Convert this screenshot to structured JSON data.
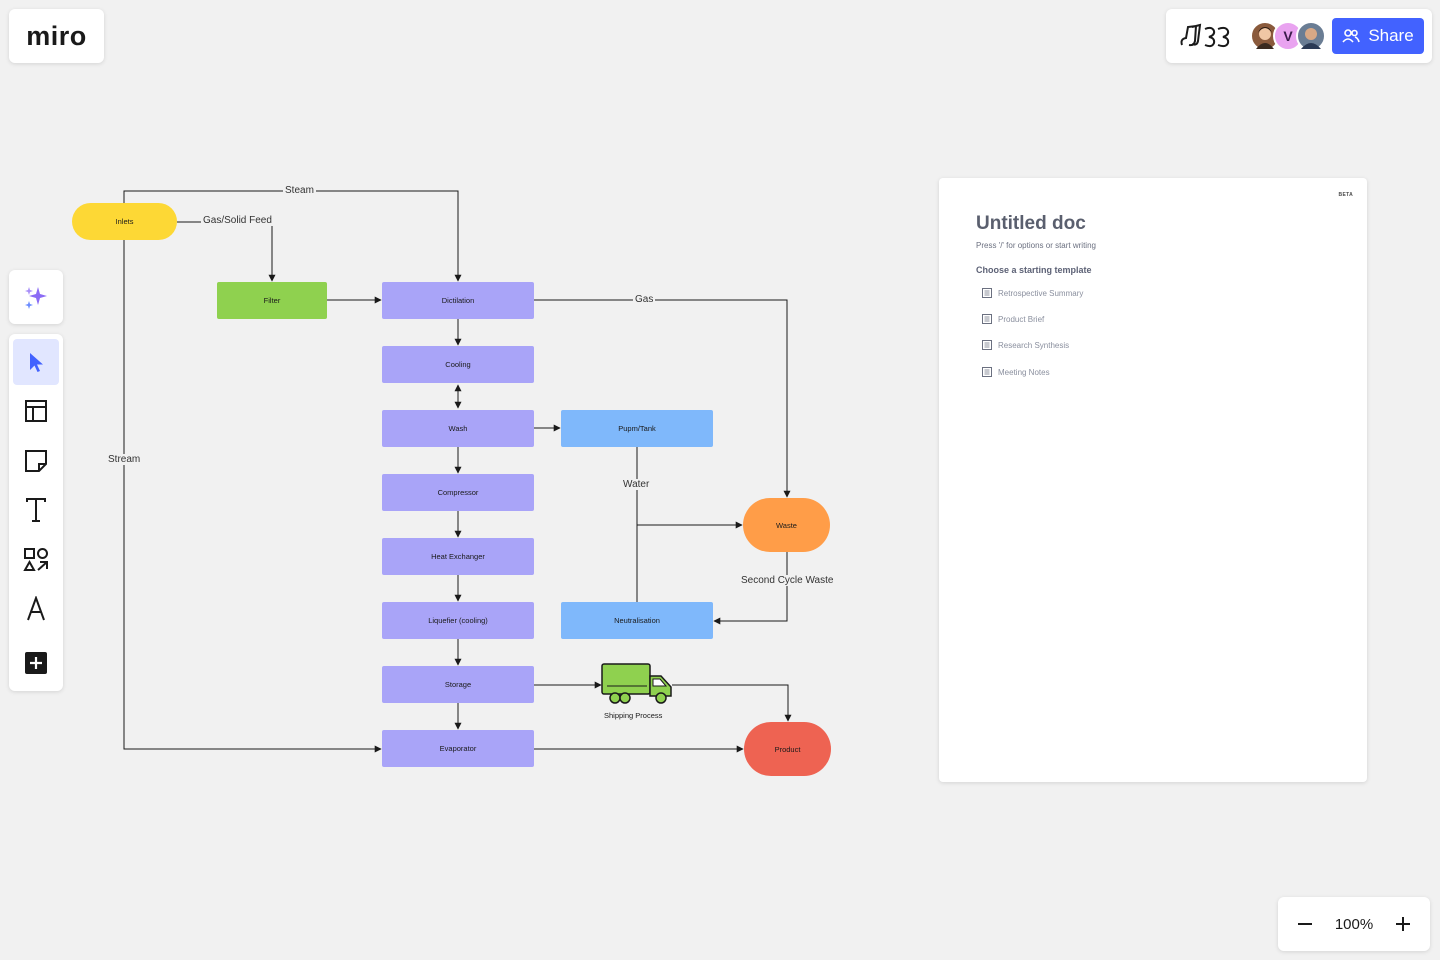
{
  "app": {
    "logo": "miro"
  },
  "topbar": {
    "avatars": [
      {
        "name": "user-1",
        "initial": ""
      },
      {
        "name": "user-2",
        "initial": "V"
      },
      {
        "name": "user-3",
        "initial": ""
      }
    ],
    "share_label": "Share"
  },
  "toolbar": {
    "tools": [
      "ai-assist-icon",
      "select-cursor-icon",
      "templates-icon",
      "sticky-note-icon",
      "text-icon",
      "shapes-icon",
      "pen-icon",
      "add-icon"
    ]
  },
  "zoom": {
    "level": "100%"
  },
  "doc": {
    "badge": "BETA",
    "title": "Untitled doc",
    "hint": "Press '/' for options or start writing",
    "templates_heading": "Choose a starting template",
    "templates": [
      "Retrospective Summary",
      "Product Brief",
      "Research Synthesis",
      "Meeting Notes"
    ]
  },
  "diagram": {
    "nodes": {
      "inlets": "Inlets",
      "filter": "Filter",
      "distillation": "Dictilation",
      "cooling": "Cooling",
      "wash": "Wash",
      "pump": "Pupm/Tank",
      "compressor": "Compressor",
      "heat_exchanger": "Heat Exchanger",
      "liquefier": "Liquefier (cooling)",
      "storage": "Storage",
      "evaporator": "Evaporator",
      "waste": "Waste",
      "neutralisation": "Neutralisation",
      "product": "Product",
      "shipping": "Shipping Process"
    },
    "edge_labels": {
      "steam": "Steam",
      "gas_solid": "Gas/Solid Feed",
      "gas": "Gas",
      "stream": "Stream",
      "water": "Water",
      "second_cycle": "Second Cycle Waste"
    },
    "colors": {
      "process": "#a9a4f8",
      "pump": "#7fb8fb",
      "inlets": "#fdd835",
      "filter": "#8fd14f",
      "waste": "#ff9d48",
      "product": "#ee6352",
      "truck": "#8fd14f"
    }
  }
}
